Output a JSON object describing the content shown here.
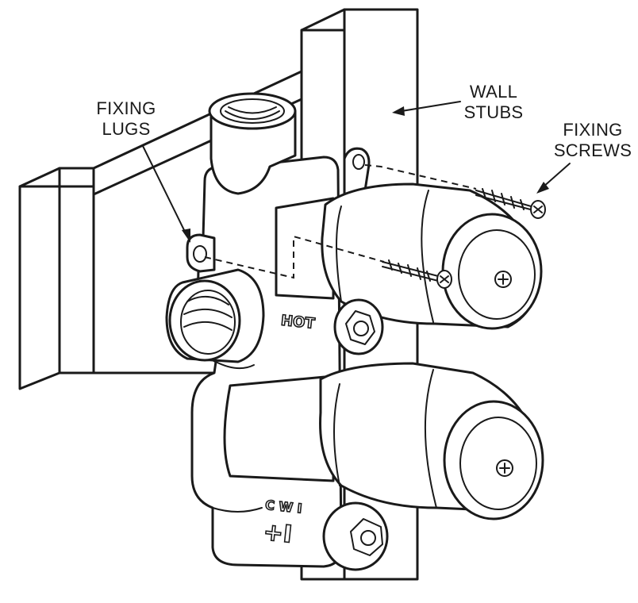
{
  "labels": {
    "fixing_lugs": [
      "FIXING",
      "LUGS"
    ],
    "wall_stubs": [
      "WALL",
      "STUBS"
    ],
    "fixing_screws": [
      "FIXING",
      "SCREWS"
    ]
  },
  "body_markings": {
    "hot": "HOT",
    "cold_top": "C W I",
    "cold_bottom": "+I"
  },
  "colors": {
    "line": "#1a1a1a",
    "background": "#ffffff"
  }
}
